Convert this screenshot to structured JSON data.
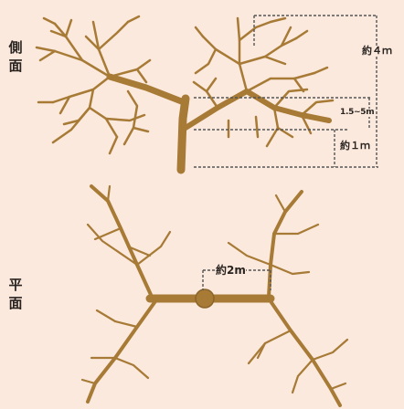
{
  "views": {
    "side": {
      "char1": "側",
      "char2": "面"
    },
    "plan": {
      "char1": "平",
      "char2": "面"
    }
  },
  "dimensions": {
    "height_total": "約４ｍ",
    "branch_height": "1.5~5m",
    "trunk_height": "約１ｍ",
    "trunk_spread": "約2m"
  },
  "colors": {
    "background": "#fbe9de",
    "wood": "#a77a35",
    "dim_line": "#555555",
    "text": "#2a2420"
  }
}
